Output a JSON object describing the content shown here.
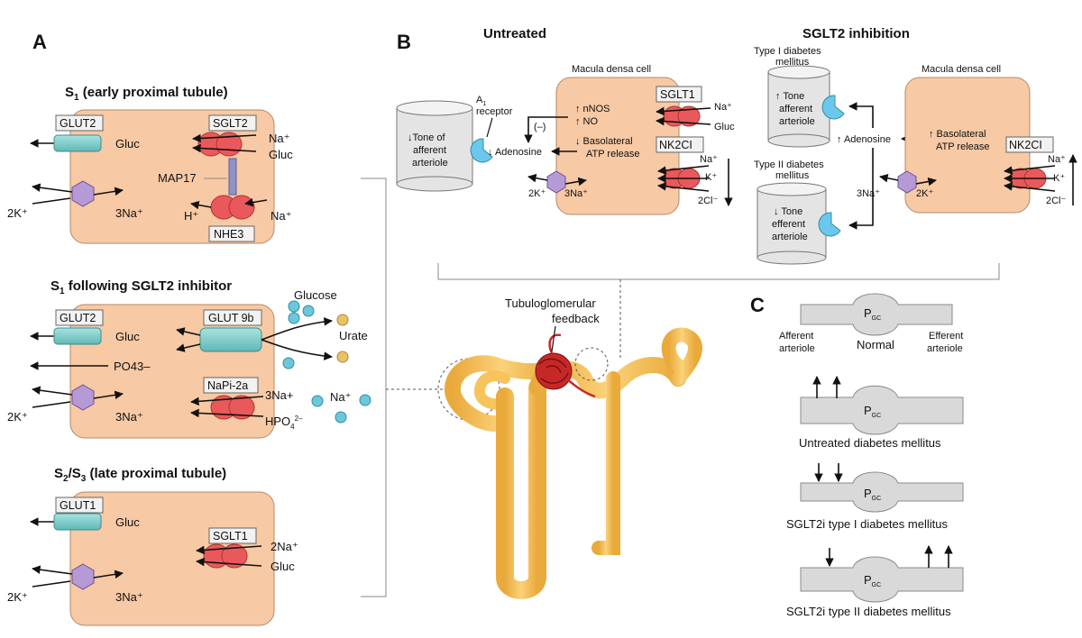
{
  "panel_a": {
    "letter": "A",
    "s1": {
      "title": "S",
      "title_sub": "1",
      "title_rest": " (early proximal tubule)",
      "glut2": "GLUT2",
      "gluc": "Gluc",
      "sglt2": "SGLT2",
      "na": "Na⁺",
      "gluc2": "Gluc",
      "map17": "MAP17",
      "k2": "2K⁺",
      "na3": "3Na⁺",
      "h": "H⁺",
      "na_nhe": "Na⁺",
      "nhe3": "NHE3"
    },
    "s1i": {
      "title": "S",
      "title_sub": "1",
      "title_rest": " following SGLT2 inhibitor",
      "glut2": "GLUT2",
      "gluc": "Gluc",
      "glut9b": "GLUT 9b",
      "glucose": "Glucose",
      "urate": "Urate",
      "po4": "PO43–",
      "napi": "NaPi-2a",
      "na3plus": "3Na+",
      "hpo4": "HPO",
      "hpo4_sub": "4",
      "hpo4_sup": "2–",
      "k2": "2K⁺",
      "na3": "3Na⁺",
      "na_free": "Na⁺"
    },
    "s23": {
      "title_s1": "S",
      "title_sub1": "2",
      "title_slash": "/S",
      "title_sub2": "3",
      "title_rest": " (late proximal tubule)",
      "glut1": "GLUT1",
      "gluc": "Gluc",
      "sglt1": "SGLT1",
      "na2": "2Na⁺",
      "gluc2": "Gluc",
      "k2": "2K⁺",
      "na3": "3Na⁺"
    }
  },
  "panel_b": {
    "letter": "B",
    "untreated": {
      "title": "Untreated",
      "macula": "Macula densa cell",
      "a1_a": "A",
      "a1_sub": "1",
      "a1_b": "receptor",
      "tone1": "↓Tone of",
      "tone2": "afferent",
      "tone3": "arteriole",
      "adenosine": "↓ Adenosine",
      "minus": "(–)",
      "nnos": "↑ nNOS",
      "no": "↑ NO",
      "baso1": "↓ Basolateral",
      "baso2": "ATP release",
      "sglt1": "SGLT1",
      "na": "Na⁺",
      "gluc": "Gluc",
      "nk2cl": "NK2CI",
      "na2": "Na⁺",
      "k": "K⁺",
      "cl2": "2Cl⁻",
      "k2": "2K⁺",
      "na3": "3Na⁺"
    },
    "sglt2i": {
      "title": "SGLT2 inhibition",
      "type1_a": "Type I diabetes",
      "type1_b": "mellitus",
      "tone_up1": "↑ Tone",
      "tone_up2": "afferent",
      "tone_up3": "arteriole",
      "adenosine": "↑ Adenosine",
      "type2_a": "Type II diabetes",
      "type2_b": "mellitus",
      "tone_dn1": "↓ Tone",
      "tone_dn2": "efferent",
      "tone_dn3": "arteriole",
      "macula": "Macula densa cell",
      "baso1": "↑ Basolateral",
      "baso2": "ATP release",
      "nk2cl": "NK2CI",
      "na": "Na⁺",
      "k": "K⁺",
      "cl2": "2Cl⁻",
      "na3": "3Na⁺",
      "k2": "2K⁺"
    },
    "tgf1": "Tubuloglomerular",
    "tgf2": "feedback"
  },
  "panel_c": {
    "letter": "C",
    "pgc": "P",
    "pgc_sub": "GC",
    "afferent1": "Afferent",
    "afferent2": "arteriole",
    "normal": "Normal",
    "efferent1": "Efferent",
    "efferent2": "arteriole",
    "untreated": "Untreated diabetes mellitus",
    "type1": "SGLT2i type I diabetes mellitus",
    "type2": "SGLT2i type II diabetes mellitus"
  }
}
